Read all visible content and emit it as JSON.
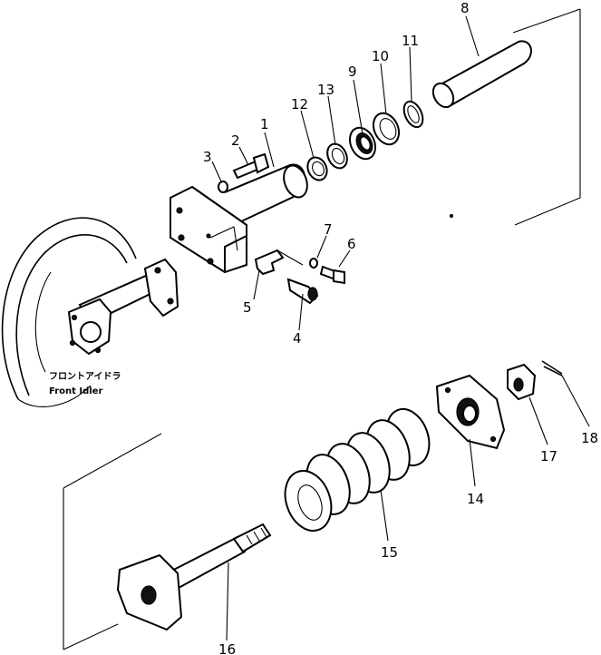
{
  "caption": {
    "jp": "フロントアイドラ",
    "en": "Front Idler"
  },
  "parts": [
    {
      "id": "1",
      "label": "1"
    },
    {
      "id": "2",
      "label": "2"
    },
    {
      "id": "3",
      "label": "3"
    },
    {
      "id": "4",
      "label": "4"
    },
    {
      "id": "5",
      "label": "5"
    },
    {
      "id": "6",
      "label": "6"
    },
    {
      "id": "7",
      "label": "7"
    },
    {
      "id": "8",
      "label": "8"
    },
    {
      "id": "9",
      "label": "9"
    },
    {
      "id": "10",
      "label": "10"
    },
    {
      "id": "11",
      "label": "11"
    },
    {
      "id": "12",
      "label": "12"
    },
    {
      "id": "13",
      "label": "13"
    },
    {
      "id": "14",
      "label": "14"
    },
    {
      "id": "15",
      "label": "15"
    },
    {
      "id": "16",
      "label": "16"
    },
    {
      "id": "17",
      "label": "17"
    },
    {
      "id": "18",
      "label": "18"
    }
  ]
}
